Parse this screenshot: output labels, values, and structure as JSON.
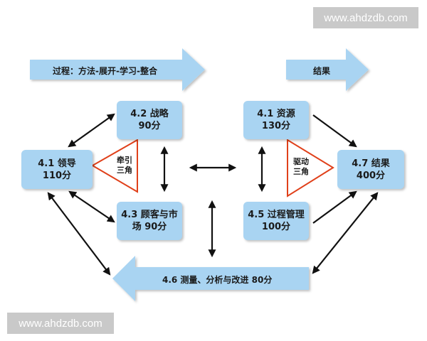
{
  "watermark": {
    "top": "www.ahdzdb.com",
    "bottom": "www.ahdzdb.com"
  },
  "arrows": {
    "process": "过程：方法-展开-学习-整合",
    "result": "结果",
    "measure": "4.6  测量、分析与改进   80分"
  },
  "boxes": {
    "leadership": {
      "title": "4.1 领导",
      "score": "110分"
    },
    "strategy": {
      "title": "4.2 战略",
      "score": "90分"
    },
    "customer": {
      "title": "4.3 顾客与市",
      "score": "场    90分"
    },
    "resources": {
      "title": "4.1 资源",
      "score": "130分"
    },
    "process_mgmt": {
      "title": "4.5 过程管理",
      "score": "100分"
    },
    "results": {
      "title": "4.7 结果",
      "score": "400分"
    }
  },
  "triangles": {
    "lead": {
      "line1": "牵引",
      "line2": "三角"
    },
    "drive": {
      "line1": "驱动",
      "line2": "三角"
    }
  },
  "colors": {
    "box_fill": "#a9d4f2",
    "arrow_fill": "#a9d4f2",
    "triangle_stroke": "#e0401a"
  }
}
